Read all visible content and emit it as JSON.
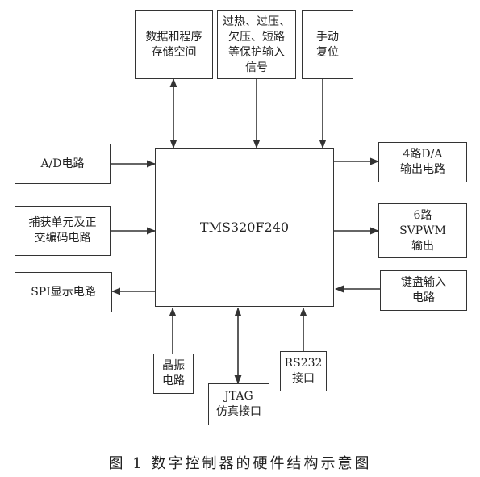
{
  "diagram": {
    "cpu": "TMS320F240",
    "top": {
      "storage": [
        "数据和程序",
        "存储空间"
      ],
      "protection": [
        "过热、过压、",
        "欠压、短路",
        "等保护输入",
        "信号"
      ],
      "reset": [
        "手动",
        "复位"
      ]
    },
    "left": {
      "ad": [
        "A/D电路"
      ],
      "capture": [
        "捕获单元及正",
        "交编码电路"
      ],
      "spi": [
        "SPI显示电路"
      ]
    },
    "right": {
      "da": [
        "4路D/A",
        "输出电路"
      ],
      "svpwm": [
        "6路",
        "SVPWM",
        "输出"
      ],
      "keyboard": [
        "键盘输入",
        "电路"
      ]
    },
    "bottom": {
      "crystal": [
        "晶振",
        "电路"
      ],
      "jtag": [
        "JTAG",
        "仿真接口"
      ],
      "rs232": [
        "RS232",
        "接口"
      ]
    }
  },
  "caption": "图 1    数字控制器的硬件结构示意图"
}
